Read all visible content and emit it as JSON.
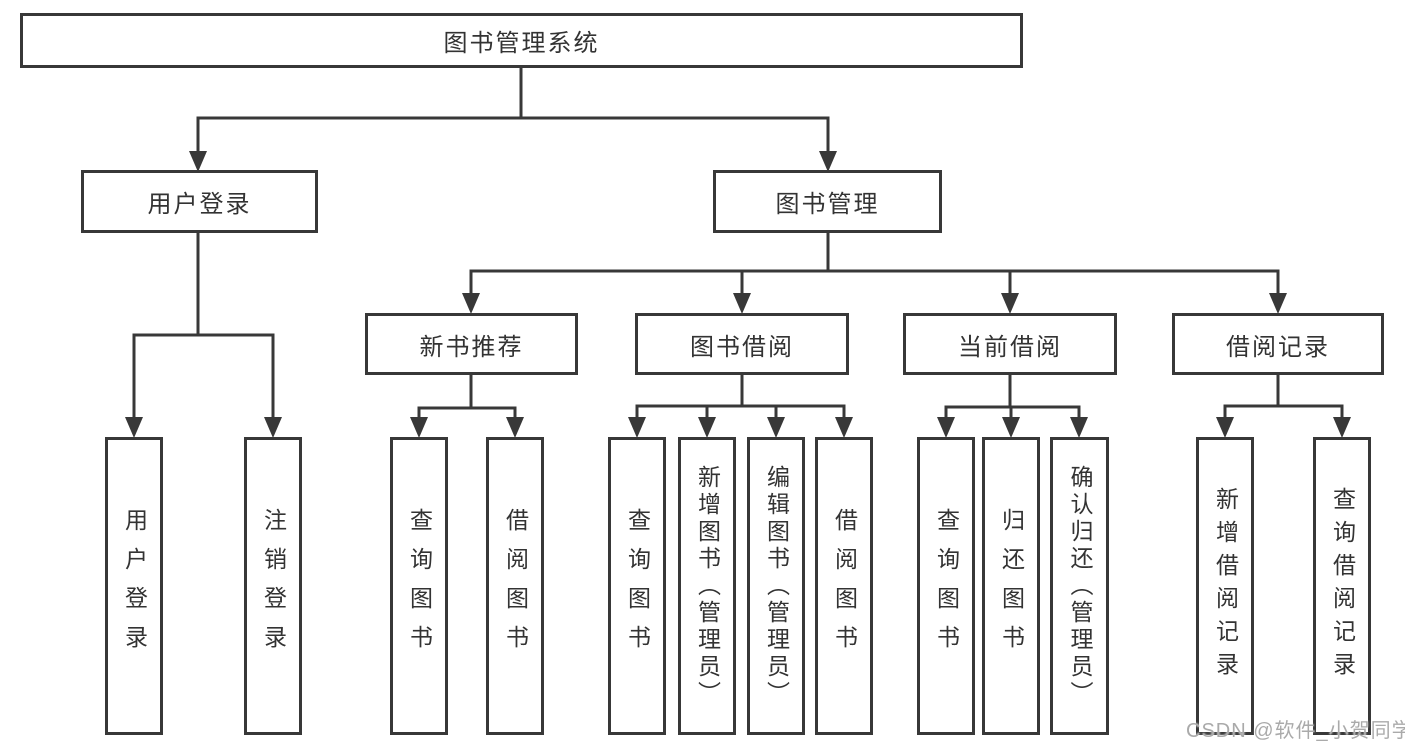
{
  "diagram": {
    "root": {
      "label": "图书管理系统"
    },
    "user_login": {
      "label": "用户登录",
      "children": [
        {
          "label": "用户登录"
        },
        {
          "label": "注销登录"
        }
      ]
    },
    "book_mgmt": {
      "label": "图书管理"
    },
    "new_book_rec": {
      "label": "新书推荐",
      "children": [
        {
          "label": "查询图书"
        },
        {
          "label": "借阅图书"
        }
      ]
    },
    "book_borrow": {
      "label": "图书借阅",
      "children": [
        {
          "label": "查询图书"
        },
        {
          "label": "新增图书（管理员）"
        },
        {
          "label": "编辑图书（管理员）"
        },
        {
          "label": "借阅图书"
        }
      ]
    },
    "current_borrow": {
      "label": "当前借阅",
      "children": [
        {
          "label": "查询图书"
        },
        {
          "label": "归还图书"
        },
        {
          "label": "确认归还（管理员）"
        }
      ]
    },
    "borrow_records": {
      "label": "借阅记录",
      "children": [
        {
          "label": "新增借阅记录"
        },
        {
          "label": "查询借阅记录"
        }
      ]
    }
  },
  "watermark": {
    "text": "CSDN @软件_小贺同学"
  },
  "colors": {
    "line": "#383838",
    "text": "#333333",
    "box_background": "#ffffff",
    "page_background": "#ffffff",
    "watermark": "#aaaaaa"
  }
}
